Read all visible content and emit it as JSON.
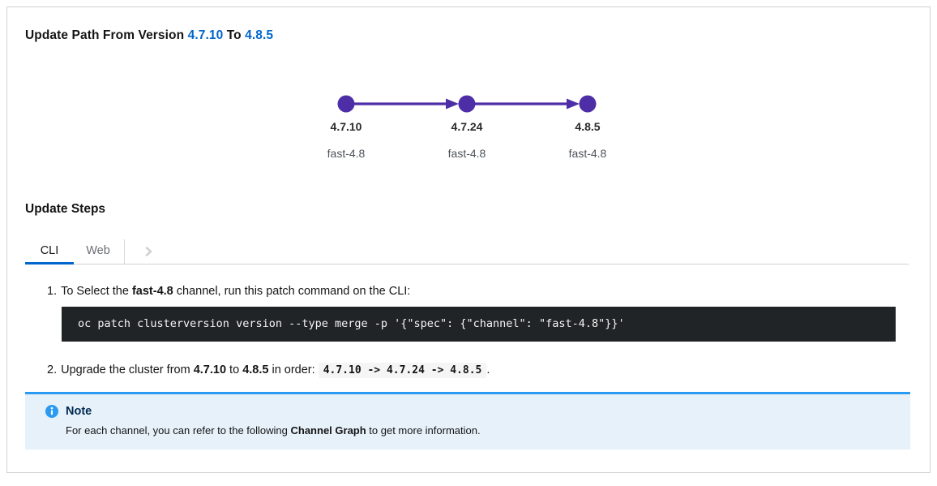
{
  "title": {
    "prefix": "Update Path From Version",
    "from_version": "4.7.10",
    "connector": "To",
    "to_version": "4.8.5"
  },
  "graph": {
    "nodes": [
      {
        "version": "4.7.10",
        "channel": "fast-4.8"
      },
      {
        "version": "4.7.24",
        "channel": "fast-4.8"
      },
      {
        "version": "4.8.5",
        "channel": "fast-4.8"
      }
    ]
  },
  "steps": {
    "heading": "Update Steps",
    "tabs": [
      {
        "label": "CLI",
        "active": true
      },
      {
        "label": "Web",
        "active": false
      }
    ],
    "items": [
      {
        "number": "1.",
        "text_before": "To Select the ",
        "bold": "fast-4.8",
        "text_after": " channel, run this patch command on the CLI:",
        "code": "oc patch clusterversion version --type merge -p '{\"spec\": {\"channel\": \"fast-4.8\"}}'"
      },
      {
        "number": "2.",
        "text_1": "Upgrade the cluster from ",
        "bold_1": "4.7.10",
        "text_2": " to ",
        "bold_2": "4.8.5",
        "text_3": " in order: ",
        "code": "4.7.10 -> 4.7.24 -> 4.8.5",
        "text_4": "."
      }
    ]
  },
  "note": {
    "title": "Note",
    "text_before": "For each channel, you can refer to the following ",
    "bold": "Channel Graph",
    "text_after": " to get more information."
  },
  "icons": {
    "info": "info-circle",
    "tab_overflow": "angle-right"
  },
  "colors": {
    "accent_blue": "#0066CC",
    "node_purple": "#4D2EA7",
    "info_blue": "#2B9AF3",
    "note_bg": "#E7F1FA",
    "code_block_bg": "#212427",
    "inline_code_bg": "#F5F5F5",
    "border_gray": "#D2D2D2"
  }
}
